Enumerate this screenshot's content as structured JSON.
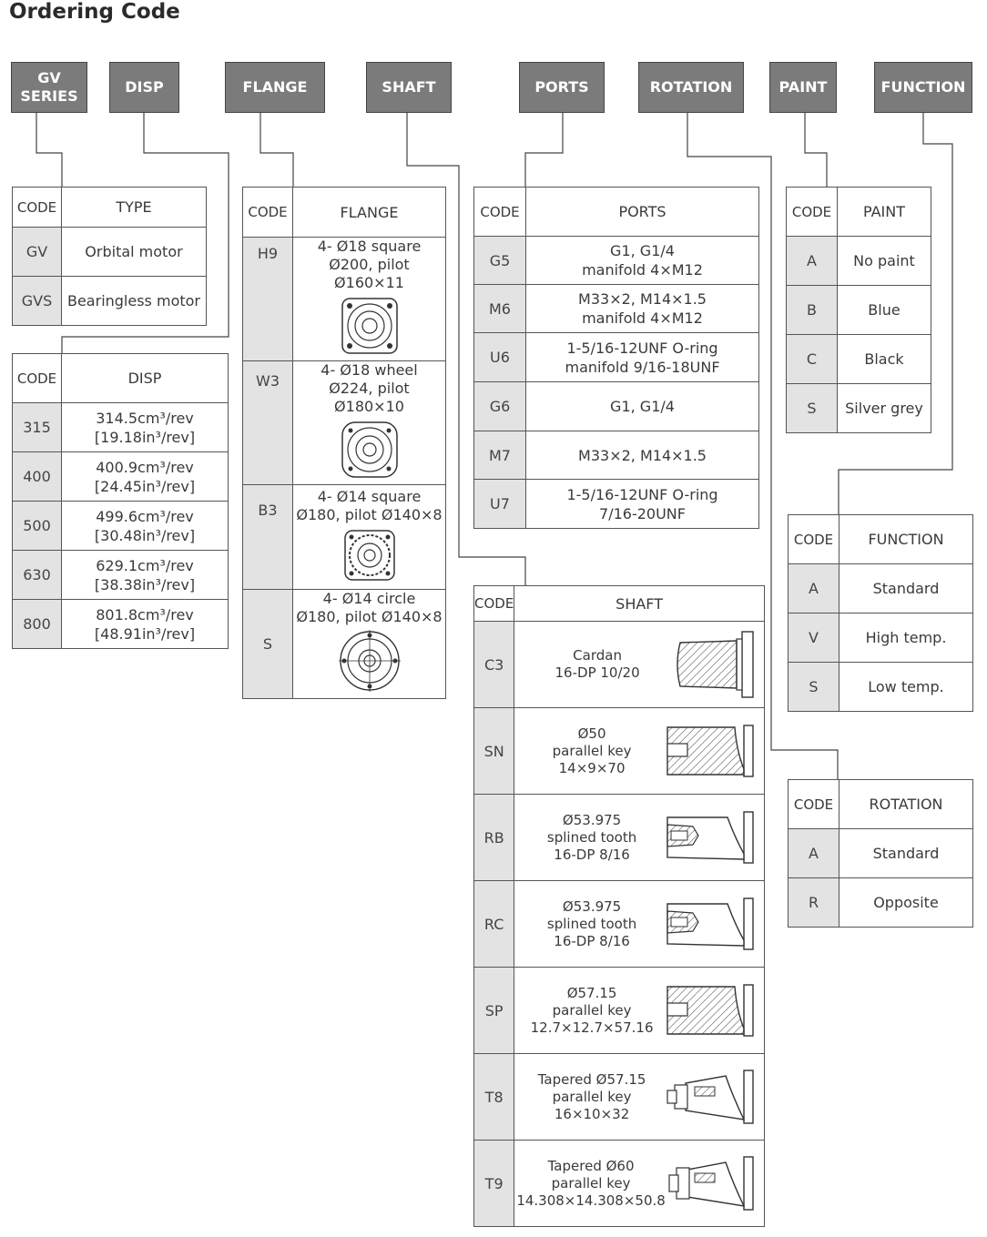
{
  "title": "Ordering Code",
  "headers": {
    "gv_series": "GV\nSERIES",
    "disp": "DISP",
    "flange": "FLANGE",
    "shaft": "SHAFT",
    "ports": "PORTS",
    "rotation": "ROTATION",
    "paint": "PAINT",
    "function": "FUNCTION"
  },
  "code_label": "CODE",
  "type_table": {
    "header": "TYPE",
    "rows": [
      {
        "code": "GV",
        "value": "Orbital motor"
      },
      {
        "code": "GVS",
        "value": "Bearingless motor"
      }
    ]
  },
  "disp_table": {
    "header": "DISP",
    "rows": [
      {
        "code": "315",
        "metric": "314.5cm³/rev",
        "imperial": "[19.18in³/rev]"
      },
      {
        "code": "400",
        "metric": "400.9cm³/rev",
        "imperial": "[24.45in³/rev]"
      },
      {
        "code": "500",
        "metric": "499.6cm³/rev",
        "imperial": "[30.48in³/rev]"
      },
      {
        "code": "630",
        "metric": "629.1cm³/rev",
        "imperial": "[38.38in³/rev]"
      },
      {
        "code": "800",
        "metric": "801.8cm³/rev",
        "imperial": "[48.91in³/rev]"
      }
    ]
  },
  "flange_table": {
    "header": "FLANGE",
    "rows": [
      {
        "code": "H9",
        "line1": "4- Ø18 square",
        "line2": "Ø200, pilot Ø160×11",
        "icon": "square-flange-icon"
      },
      {
        "code": "W3",
        "line1": "4- Ø18 wheel",
        "line2": "Ø224, pilot Ø180×10",
        "icon": "wheel-flange-icon"
      },
      {
        "code": "B3",
        "line1": "4- Ø14 square",
        "line2": "Ø180, pilot Ø140×8",
        "icon": "square-flange-small-icon"
      },
      {
        "code": "S",
        "line1": "4- Ø14 circle",
        "line2": "Ø180, pilot Ø140×8",
        "icon": "circle-flange-icon"
      }
    ]
  },
  "ports_table": {
    "header": "PORTS",
    "rows": [
      {
        "code": "G5",
        "line1": "G1, G1/4",
        "line2": "manifold 4×M12"
      },
      {
        "code": "M6",
        "line1": "M33×2, M14×1.5",
        "line2": "manifold 4×M12"
      },
      {
        "code": "U6",
        "line1": "1-5/16-12UNF O-ring",
        "line2": "manifold 9/16-18UNF"
      },
      {
        "code": "G6",
        "line1": "G1, G1/4",
        "line2": ""
      },
      {
        "code": "M7",
        "line1": "M33×2, M14×1.5",
        "line2": ""
      },
      {
        "code": "U7",
        "line1": "1-5/16-12UNF O-ring",
        "line2": "7/16-20UNF"
      }
    ]
  },
  "shaft_table": {
    "header": "SHAFT",
    "rows": [
      {
        "code": "C3",
        "lines": [
          "Cardan",
          "16-DP 10/20"
        ],
        "icon": "cardan-shaft-icon"
      },
      {
        "code": "SN",
        "lines": [
          "Ø50",
          "parallel key",
          "14×9×70"
        ],
        "icon": "keyed-shaft-icon"
      },
      {
        "code": "RB",
        "lines": [
          "Ø53.975",
          "splined tooth",
          "16-DP 8/16"
        ],
        "icon": "splined-shaft-icon"
      },
      {
        "code": "RC",
        "lines": [
          "Ø53.975",
          "splined tooth",
          "16-DP 8/16"
        ],
        "icon": "splined-shaft-icon"
      },
      {
        "code": "SP",
        "lines": [
          "Ø57.15",
          "parallel key",
          "12.7×12.7×57.16"
        ],
        "icon": "keyed-shaft-icon"
      },
      {
        "code": "T8",
        "lines": [
          "Tapered Ø57.15",
          "parallel key",
          "16×10×32"
        ],
        "icon": "tapered-shaft-icon"
      },
      {
        "code": "T9",
        "lines": [
          "Tapered Ø60",
          "parallel key",
          "14.308×14.308×50.8"
        ],
        "icon": "tapered-shaft-icon"
      }
    ]
  },
  "paint_table": {
    "header": "PAINT",
    "rows": [
      {
        "code": "A",
        "value": "No paint"
      },
      {
        "code": "B",
        "value": "Blue"
      },
      {
        "code": "C",
        "value": "Black"
      },
      {
        "code": "S",
        "value": "Silver grey"
      }
    ]
  },
  "function_table": {
    "header": "FUNCTION",
    "rows": [
      {
        "code": "A",
        "value": "Standard"
      },
      {
        "code": "V",
        "value": "High temp."
      },
      {
        "code": "S",
        "value": "Low temp."
      }
    ]
  },
  "rotation_table": {
    "header": "ROTATION",
    "rows": [
      {
        "code": "A",
        "value": "Standard"
      },
      {
        "code": "R",
        "value": "Opposite"
      }
    ]
  },
  "colors": {
    "header_bg": "#7b7b7b",
    "code_bg": "#e3e3e3",
    "line": "#444444"
  }
}
